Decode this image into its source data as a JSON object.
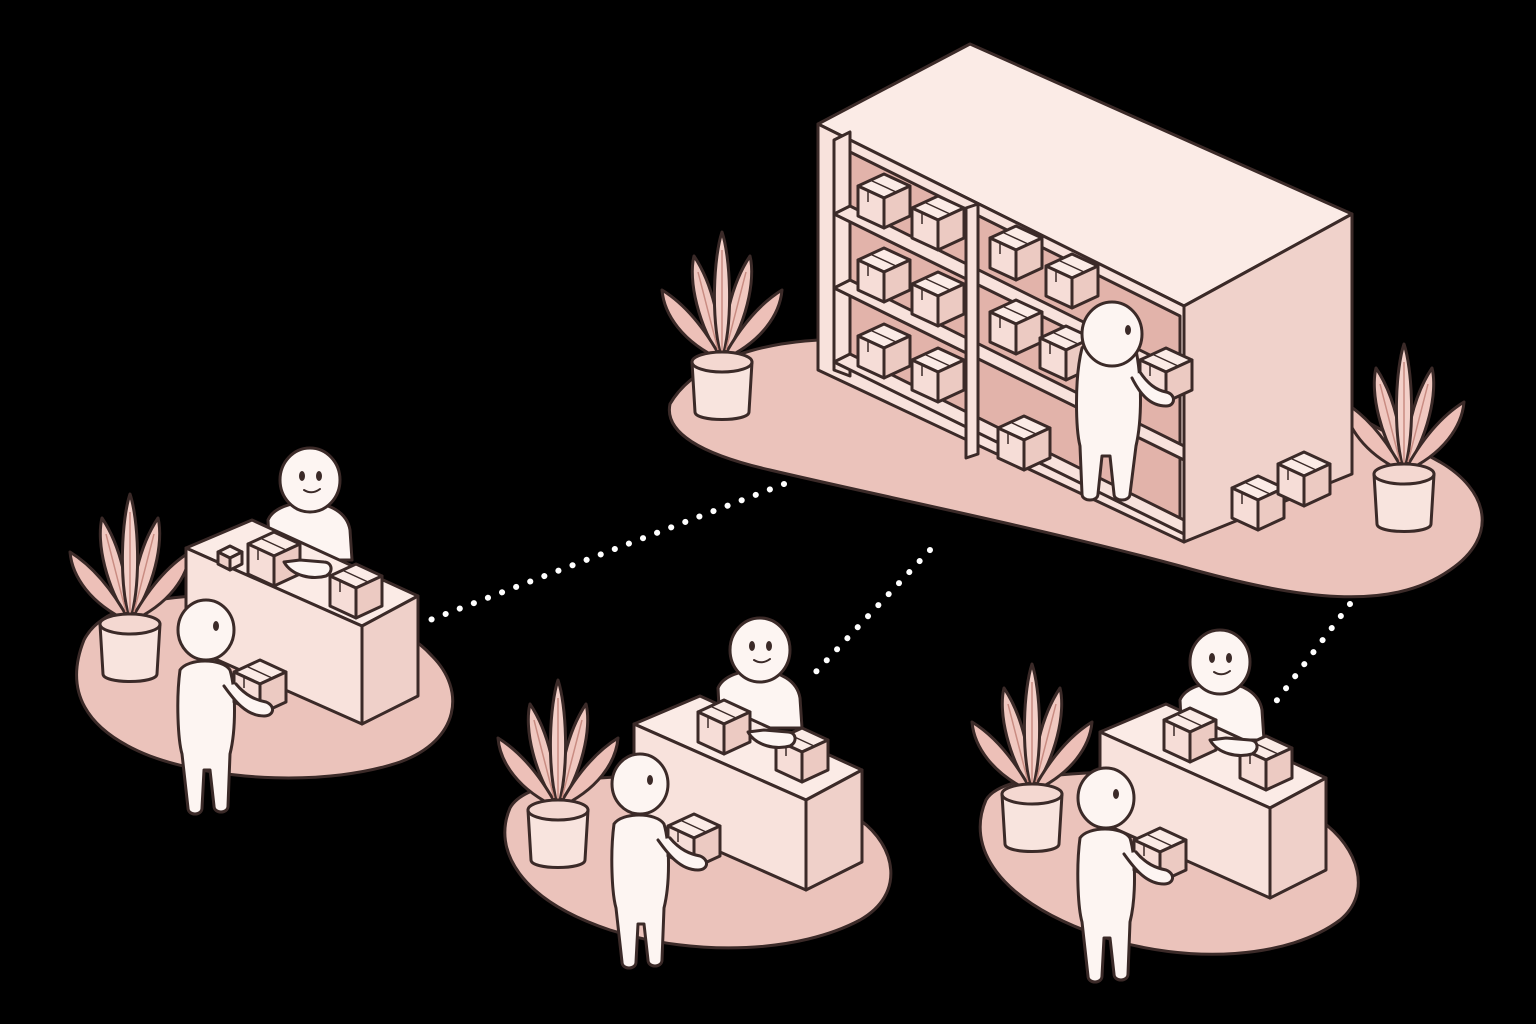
{
  "illustration": {
    "subject": "warehouse-to-counters-network",
    "colors": {
      "background": "#000000",
      "outline": "#3b2a28",
      "platform": "#ebc3bb",
      "surface_light": "#fbebe6",
      "surface_mid": "#f4d8d1",
      "surface_dark": "#e9c6be",
      "figure": "#fdf5f2",
      "leaf": "#f0c8c0",
      "connector": "#ffffff"
    },
    "nodes": [
      {
        "id": "warehouse",
        "kind": "shelf-with-worker",
        "icon": "warehouse-shelf-icon"
      },
      {
        "id": "counter-left",
        "kind": "service-counter",
        "icon": "counter-icon"
      },
      {
        "id": "counter-middle",
        "kind": "service-counter",
        "icon": "counter-icon"
      },
      {
        "id": "counter-right",
        "kind": "service-counter",
        "icon": "counter-icon"
      }
    ],
    "connections": [
      {
        "from": "warehouse",
        "to": "counter-left",
        "style": "dotted"
      },
      {
        "from": "warehouse",
        "to": "counter-middle",
        "style": "dotted"
      },
      {
        "from": "warehouse",
        "to": "counter-right",
        "style": "dotted"
      }
    ]
  }
}
